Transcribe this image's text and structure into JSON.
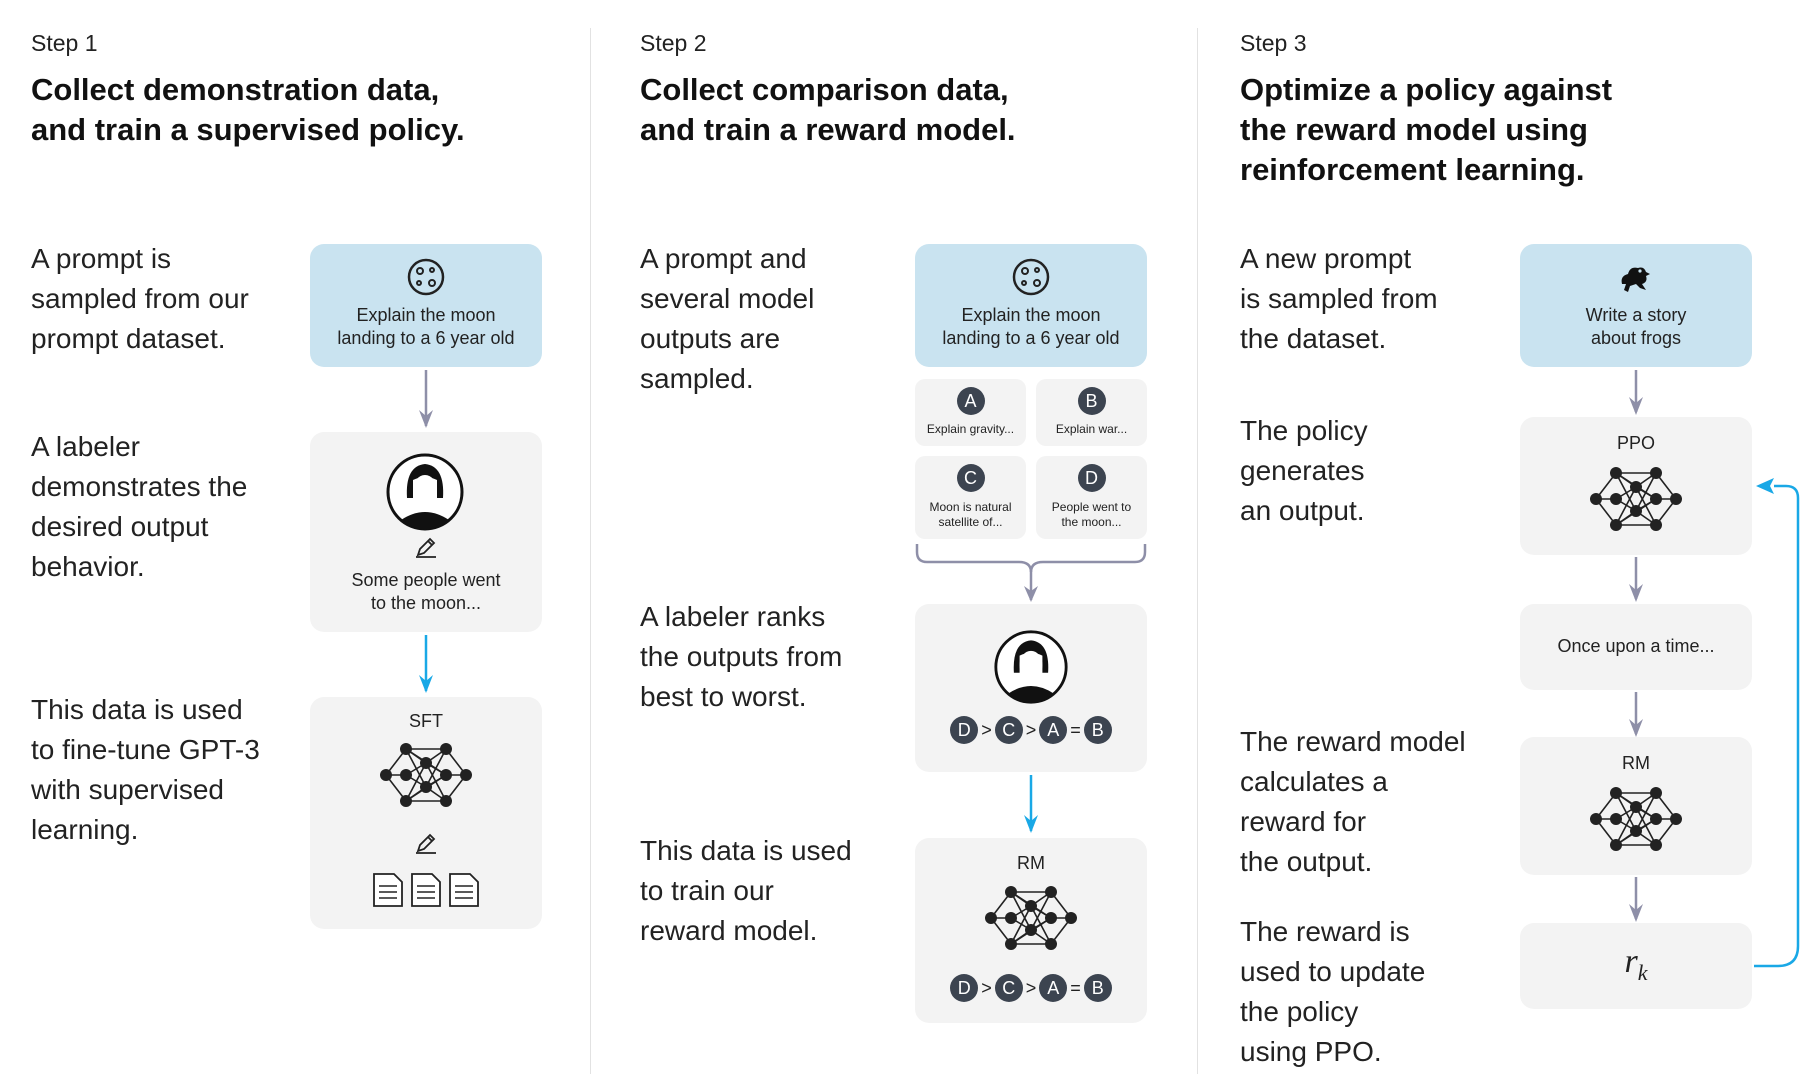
{
  "step1": {
    "label": "Step 1",
    "heading_line1": "Collect demonstration data,",
    "heading_line2": "and train a supervised policy.",
    "desc1_lines": [
      "A prompt is",
      "sampled from our",
      "prompt dataset."
    ],
    "desc2_lines": [
      "A labeler",
      "demonstrates the",
      "desired output",
      "behavior."
    ],
    "desc3_lines": [
      "This data is used",
      "to fine-tune GPT-3",
      "with supervised",
      "learning."
    ],
    "prompt_line1": "Explain the moon",
    "prompt_line2": "landing to a 6 year old",
    "demo_line1": "Some people went",
    "demo_line2": "to the moon...",
    "model_label": "SFT"
  },
  "step2": {
    "label": "Step 2",
    "heading_line1": "Collect comparison data,",
    "heading_line2": "and train a reward model.",
    "desc1_lines": [
      "A prompt and",
      "several model",
      "outputs are",
      "sampled."
    ],
    "desc2_lines": [
      "A labeler ranks",
      "the outputs from",
      "best to worst."
    ],
    "desc3_lines": [
      "This data is used",
      "to train our",
      "reward model."
    ],
    "prompt_line1": "Explain the moon",
    "prompt_line2": "landing to a 6 year old",
    "outputs": [
      {
        "letter": "A",
        "line1": "Explain gravity...",
        "line2": ""
      },
      {
        "letter": "B",
        "line1": "Explain war...",
        "line2": ""
      },
      {
        "letter": "C",
        "line1": "Moon is natural",
        "line2": "satellite of..."
      },
      {
        "letter": "D",
        "line1": "People went to",
        "line2": "the moon..."
      }
    ],
    "ranking": [
      "D",
      ">",
      "C",
      ">",
      "A",
      "=",
      "B"
    ],
    "model_label": "RM"
  },
  "step3": {
    "label": "Step 3",
    "heading_line1": "Optimize a policy against",
    "heading_line2": "the reward model using",
    "heading_line3": "reinforcement learning.",
    "desc1_lines": [
      "A new prompt",
      "is sampled from",
      "the dataset."
    ],
    "desc2_lines": [
      "The policy",
      "generates",
      "an output."
    ],
    "desc3_lines": [
      "The reward model",
      "calculates a",
      "reward for",
      "the output."
    ],
    "desc4_lines": [
      "The reward is",
      "used to update",
      "the policy",
      "using PPO."
    ],
    "prompt_line1": "Write a story",
    "prompt_line2": "about frogs",
    "policy_label": "PPO",
    "output_text": "Once upon a time...",
    "rm_label": "RM",
    "reward_symbol": "r",
    "reward_subscript": "k"
  },
  "colors": {
    "prompt_box": "#c9e3f0",
    "node_box": "#f3f3f3",
    "gray_arrow": "#8e8fa8",
    "blue_arrow": "#19a8e6",
    "badge": "#3c4450"
  }
}
